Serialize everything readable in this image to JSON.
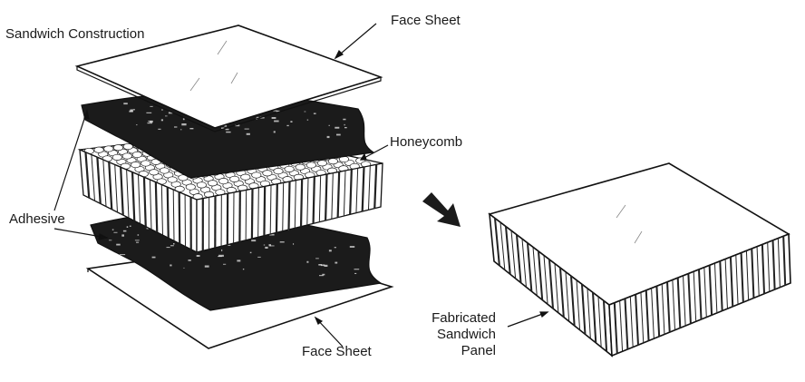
{
  "labels": {
    "title": "Sandwich Construction",
    "face_sheet_top": "Face Sheet",
    "honeycomb": "Honeycomb",
    "adhesive": "Adhesive",
    "face_sheet_bottom": "Face Sheet",
    "fabricated_line1": "Fabricated",
    "fabricated_line2": "Sandwich",
    "fabricated_line3": "Panel"
  },
  "colors": {
    "ink": "#111111",
    "sheet": "#ffffff",
    "adhesive": "#1b1b1b",
    "background": "#ffffff"
  },
  "icons": {
    "process_arrow": "arrow-down-right-icon"
  }
}
